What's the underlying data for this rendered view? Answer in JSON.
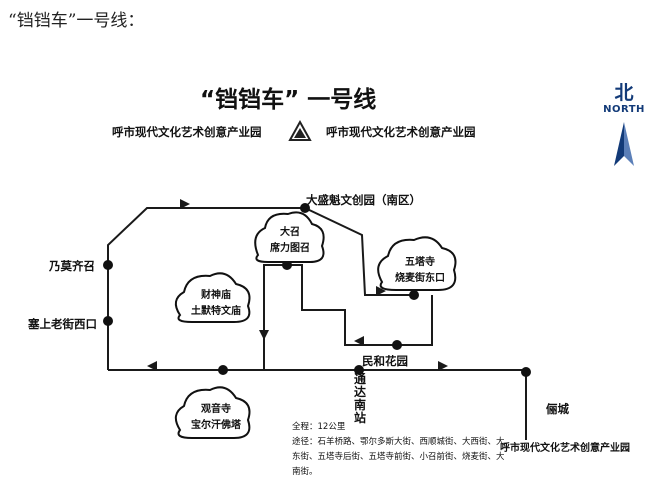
{
  "caption": "“铛铛车”一号线：",
  "title": "“铛铛车” 一号线",
  "subtitle_left": "呼市现代文化艺术创意产业园",
  "subtitle_right": "呼市现代文化艺术创意产业园",
  "compass": {
    "char": "北",
    "word": "NORTH",
    "icon": "north-arrow-icon"
  },
  "stations": {
    "dasheng": "大盛魁文创园（南区）",
    "naimo": "乃莫齐召",
    "saishang": "塞上老街西口",
    "minhe": "民和花园",
    "ticheng": "俪城",
    "tongda": "通达南站"
  },
  "landmarks": {
    "dazhao": [
      "大召",
      "席力图召"
    ],
    "caishen": [
      "财神庙",
      "土默特文庙"
    ],
    "wuta": [
      "五塔寺",
      "烧麦街东口"
    ],
    "guanyin": [
      "观音寺",
      "宝尔汗佛塔"
    ]
  },
  "notes": {
    "length": "全程：12公里",
    "route": "途径：石羊桥路、鄂尔多斯大街、西顺城街、大西街、大东街、五塔寺后街、五塔寺前街、小召前街、烧麦街、大南街。"
  },
  "endpoint": "呼市现代文化艺术创意产业园",
  "colors": {
    "route": "#1a1a1a",
    "compass": "#123a78"
  }
}
